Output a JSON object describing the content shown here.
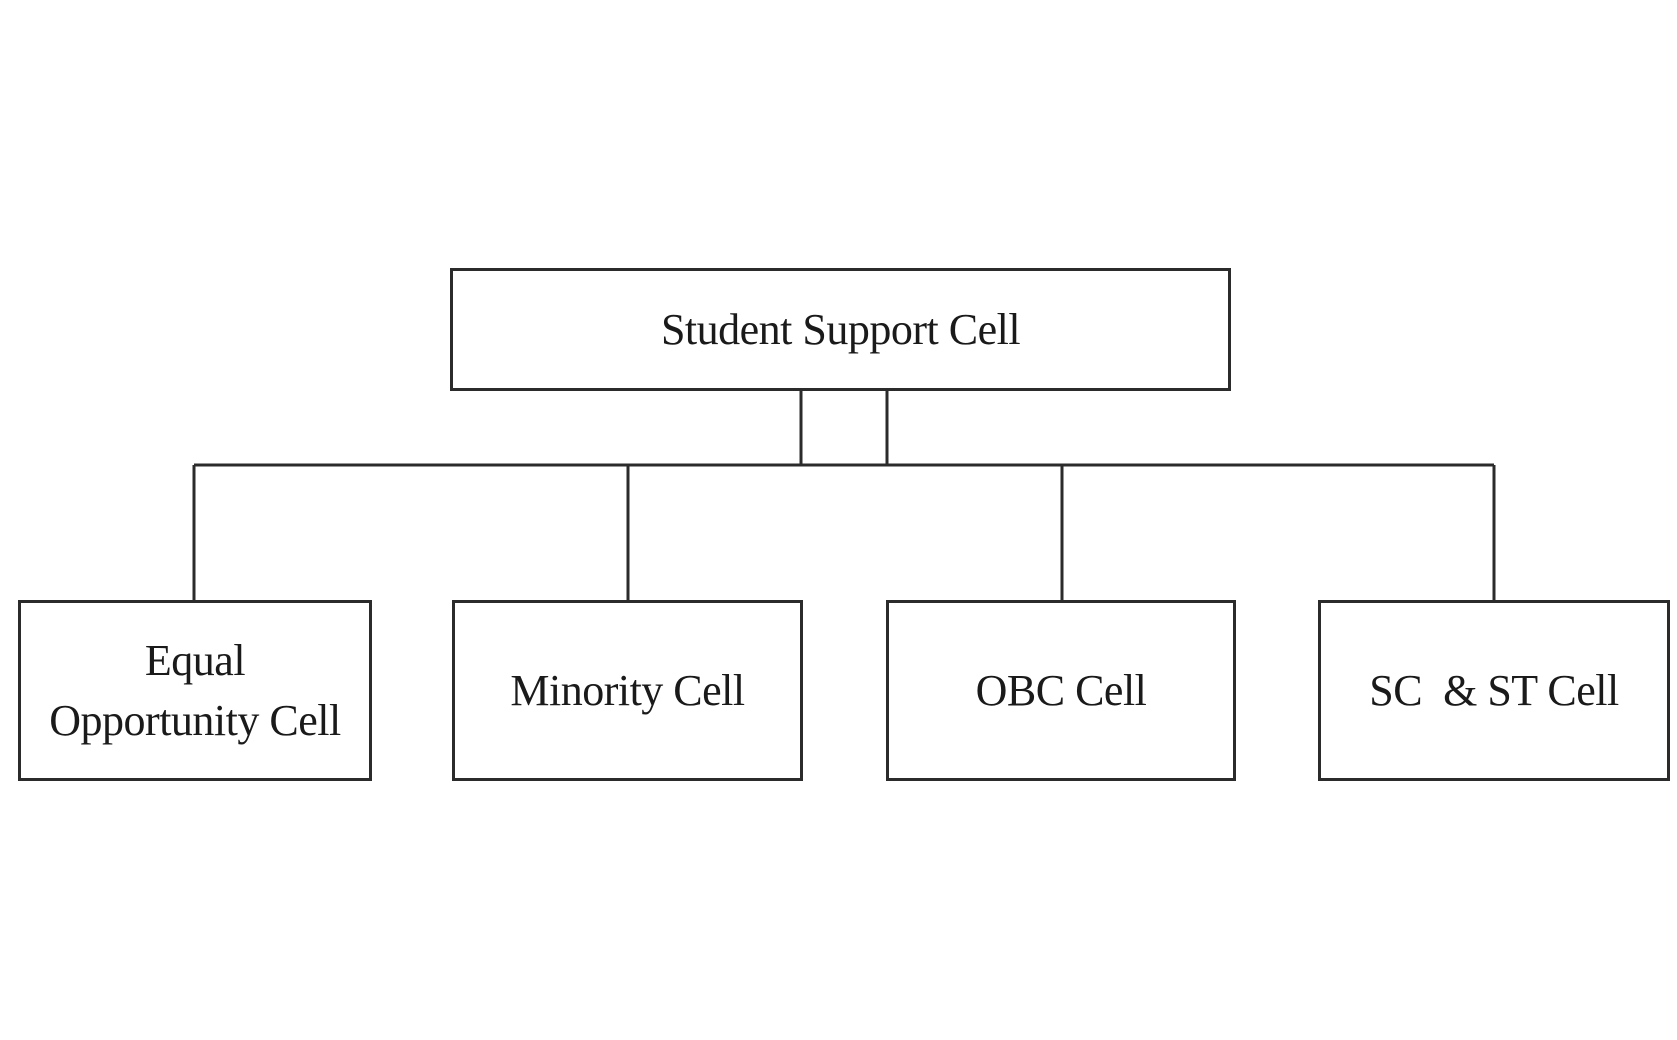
{
  "diagram": {
    "root": {
      "label": "Student Support Cell"
    },
    "children": [
      {
        "label_line1": "Equal",
        "label_line2": "Opportunity Cell"
      },
      {
        "label": "Minority Cell"
      },
      {
        "label": "OBC Cell"
      },
      {
        "label": "SC  & ST Cell"
      }
    ],
    "line_color": "#2b2b2b"
  }
}
